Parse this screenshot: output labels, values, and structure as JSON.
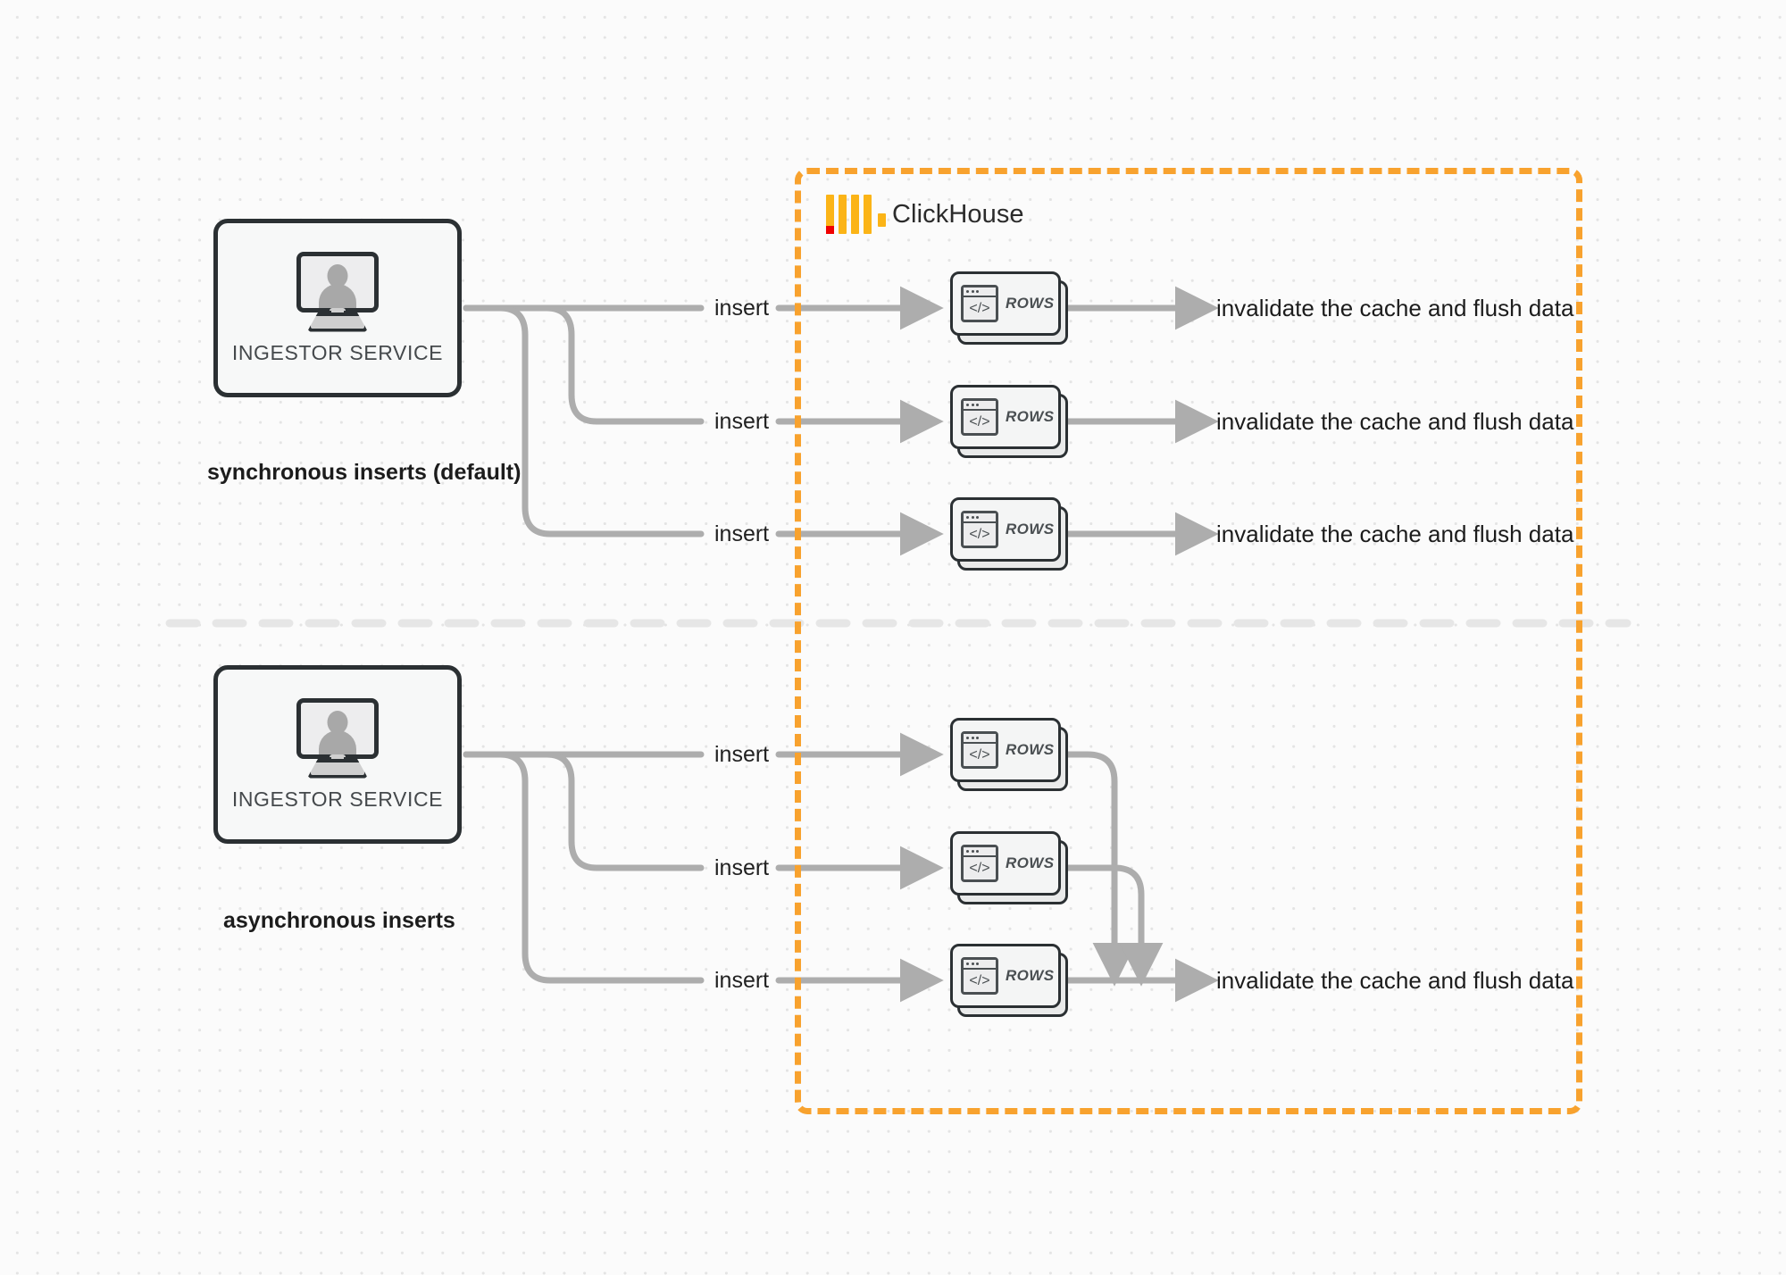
{
  "diagram": {
    "title": "ClickHouse synchronous vs asynchronous inserts",
    "colors": {
      "boundary_orange": "#f8a22e",
      "logo_yellow": "#fbb417",
      "logo_red": "#f00000",
      "wire_gray": "#adadad",
      "node_border": "#2b3033",
      "background": "#fbfbfb"
    }
  },
  "clickhouse_boundary": {
    "label": "ClickHouse",
    "logo_name": "clickhouse-logo"
  },
  "sections": [
    {
      "id": "synchronous",
      "caption": "synchronous inserts (default)",
      "service": {
        "label": "INGESTOR SERVICE",
        "icon": "monitor-user-icon"
      },
      "rows": [
        {
          "node_label": "ROWS",
          "insert_label": "insert",
          "output_label": "invalidate the cache and flush data"
        },
        {
          "node_label": "ROWS",
          "insert_label": "insert",
          "output_label": "invalidate the cache and flush data"
        },
        {
          "node_label": "ROWS",
          "insert_label": "insert",
          "output_label": "invalidate the cache and flush data"
        }
      ]
    },
    {
      "id": "asynchronous",
      "caption": "asynchronous inserts",
      "service": {
        "label": "INGESTOR SERVICE",
        "icon": "monitor-user-icon"
      },
      "rows": [
        {
          "node_label": "ROWS",
          "insert_label": "insert"
        },
        {
          "node_label": "ROWS",
          "insert_label": "insert"
        },
        {
          "node_label": "ROWS",
          "insert_label": "insert"
        }
      ],
      "merged_output_label": "invalidate the cache and flush data"
    }
  ]
}
